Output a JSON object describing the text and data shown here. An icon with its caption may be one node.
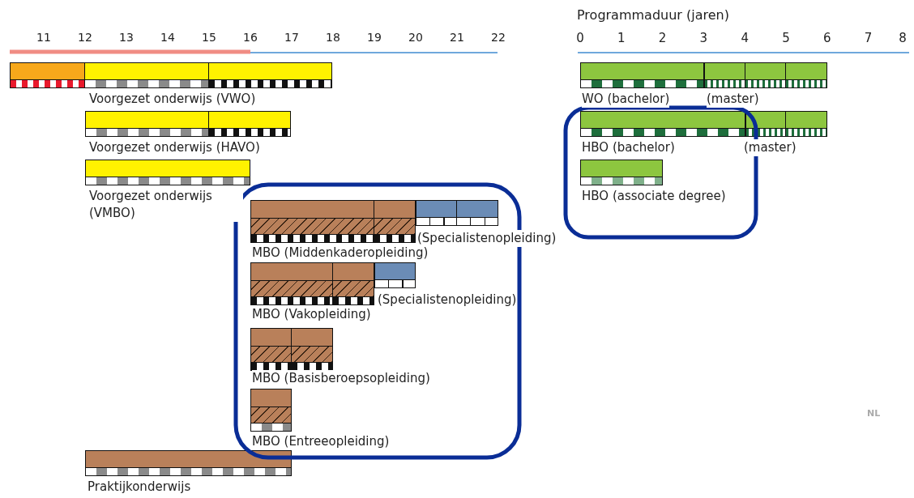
{
  "diagram": {
    "nodes": [
      {
        "text": [
          "Voorgezet onderwijs (VWO)"
        ]
      },
      {
        "text": [
          "Voorgezet onderwijs (HAVO)"
        ]
      },
      {
        "text": [
          "Voorgezet onderwijs (VMBO)"
        ]
      },
      {
        "text": [
          "WO (bachelor)"
        ]
      },
      {
        "text": [
          "(master)"
        ]
      },
      {
        "text": [
          "HBO (bachelor)"
        ]
      },
      {
        "text": [
          "(master)"
        ]
      },
      {
        "text": [
          "HBO (associate degree)"
        ]
      },
      {
        "text": [
          "MBO (Middenkaderopleiding)"
        ]
      },
      {
        "text": [
          "(Specialistenopleiding)"
        ]
      },
      {
        "text": [
          "MBO (Vakopleiding)"
        ]
      },
      {
        "text": [
          "(Specialistenopleiding)"
        ]
      },
      {
        "text": [
          "MBO (Basisberoepsopleiding)"
        ]
      },
      {
        "text": [
          "MBO (Entreeopleiding)"
        ]
      },
      {
        "text": [
          "Praktijkonderwijs"
        ]
      }
    ],
    "edges": [],
    "labels": [
      "Programmaduur (jaren)",
      "11",
      "12",
      "13",
      "14",
      "15",
      "16",
      "17",
      "18",
      "19",
      "20",
      "21",
      "22",
      "0",
      "1",
      "2",
      "3",
      "4",
      "5",
      "6",
      "7",
      "8",
      "NL"
    ]
  }
}
